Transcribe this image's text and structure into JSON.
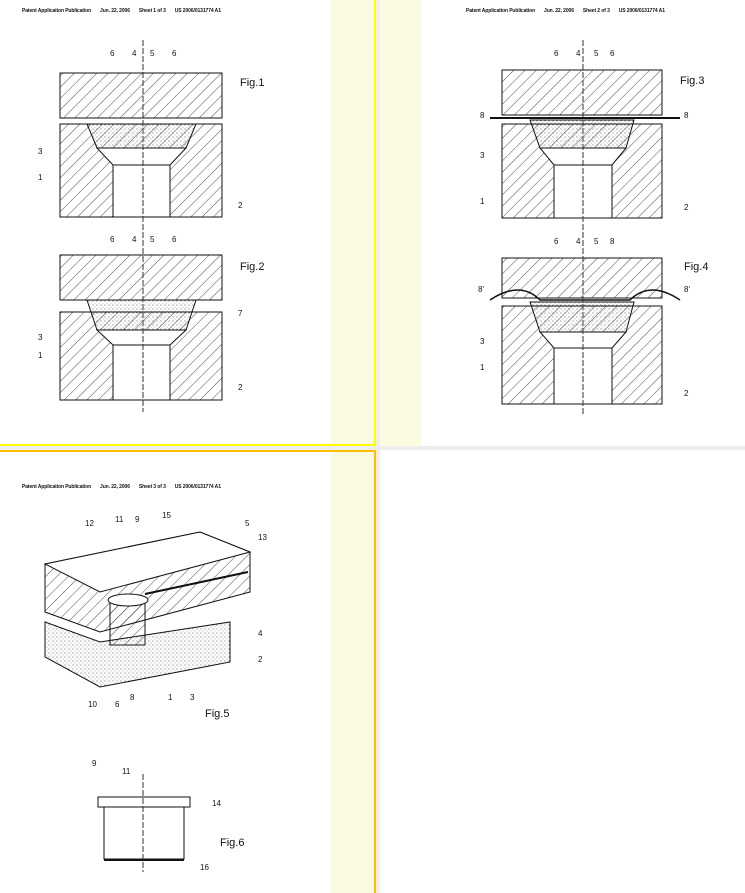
{
  "pages": [
    {
      "header": {
        "left": "Patent Application Publication",
        "date": "Jun. 22, 2006",
        "sheet": "Sheet 1 of 3",
        "number": "US 2006/0131774 A1"
      },
      "figures": [
        {
          "label": "Fig.1",
          "refs": [
            "6",
            "4",
            "5",
            "6",
            "3",
            "1",
            "2"
          ]
        },
        {
          "label": "Fig.2",
          "refs": [
            "6",
            "4",
            "5",
            "6",
            "3",
            "7",
            "1",
            "2"
          ]
        }
      ]
    },
    {
      "header": {
        "left": "Patent Application Publication",
        "date": "Jun. 22, 2006",
        "sheet": "Sheet 2 of 3",
        "number": "US 2006/0131774 A1"
      },
      "figures": [
        {
          "label": "Fig.3",
          "refs": [
            "6",
            "4",
            "5",
            "6",
            "8",
            "8",
            "3",
            "1",
            "2"
          ]
        },
        {
          "label": "Fig.4",
          "refs": [
            "6",
            "4",
            "5",
            "8",
            "8'",
            "8'",
            "3",
            "1",
            "2"
          ]
        }
      ]
    },
    {
      "header": {
        "left": "Patent Application Publication",
        "date": "Jun. 22, 2006",
        "sheet": "Sheet 3 of 3",
        "number": "US 2006/0131774 A1"
      },
      "figures": [
        {
          "label": "Fig.5",
          "refs": [
            "12",
            "11",
            "9",
            "15",
            "5",
            "13",
            "4",
            "2",
            "10",
            "6",
            "8",
            "1",
            "3"
          ]
        },
        {
          "label": "Fig.6",
          "refs": [
            "9",
            "11",
            "14",
            "16"
          ]
        }
      ]
    }
  ],
  "colors": {
    "selected_border": "#ffff00",
    "page3_border": "#ffc000",
    "margin": "#fafbe0"
  }
}
